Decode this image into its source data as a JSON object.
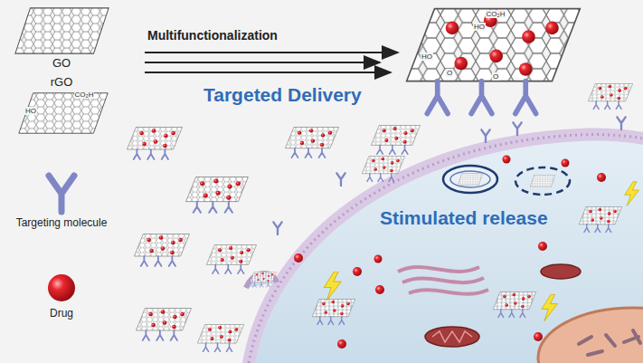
{
  "diagram": {
    "labels": [
      "GO",
      "rGO",
      "CO₂H",
      "HO",
      "Multifunctionalization",
      "CO₂H",
      "HO",
      "HO",
      "O",
      "O",
      "Targeted Delivery",
      "Stimulated release"
    ],
    "legend": [
      {
        "text": "Targeting molecule"
      },
      {
        "text": "Drug"
      }
    ]
  }
}
